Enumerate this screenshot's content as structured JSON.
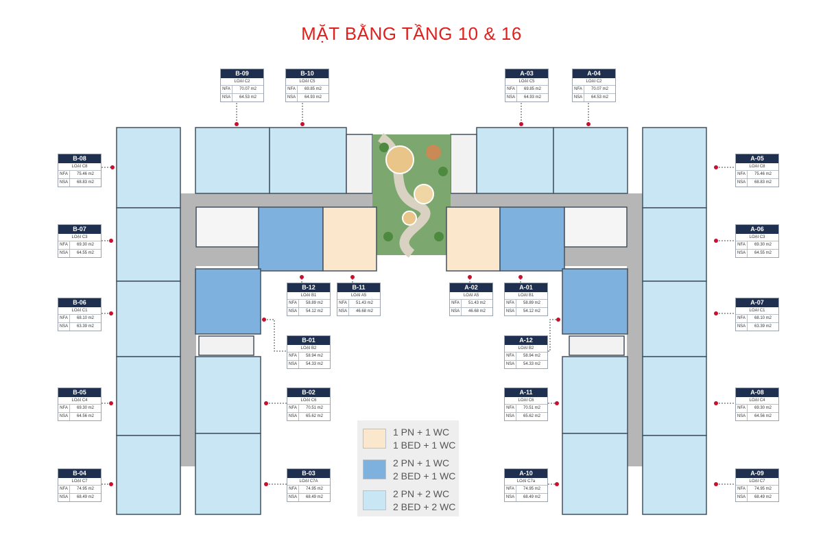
{
  "title": "MẶT BẰNG TẦNG 10 & 16",
  "colors": {
    "title": "#e0201d",
    "card_header": "#1f2f4f",
    "marker": "#c8102e",
    "unit_2pn_2wc": "#c9e6f5",
    "unit_2pn_1wc": "#7eb1de",
    "unit_1pn_1wc": "#fbe8cc",
    "corridor": "#b6b6b6",
    "garden": "#7ca870"
  },
  "units": [
    {
      "code": "B-09",
      "type": "LOẠI C2",
      "nfa": "70.07 m2",
      "nsa": "64.53 m2"
    },
    {
      "code": "B-10",
      "type": "LOẠI C5",
      "nfa": "69.85 m2",
      "nsa": "64.93 m2"
    },
    {
      "code": "A-03",
      "type": "LOẠI C5",
      "nfa": "69.85 m2",
      "nsa": "64.93 m2"
    },
    {
      "code": "A-04",
      "type": "LOẠI C2",
      "nfa": "70.07 m2",
      "nsa": "64.53 m2"
    },
    {
      "code": "B-08",
      "type": "LOẠI C8",
      "nfa": "75.46 m2",
      "nsa": "68.83 m2"
    },
    {
      "code": "A-05",
      "type": "LOẠI C8",
      "nfa": "75.46 m2",
      "nsa": "68.83 m2"
    },
    {
      "code": "B-07",
      "type": "LOẠI C3",
      "nfa": "69.30 m2",
      "nsa": "64.55 m2"
    },
    {
      "code": "A-06",
      "type": "LOẠI C3",
      "nfa": "69.30 m2",
      "nsa": "64.55 m2"
    },
    {
      "code": "B-06",
      "type": "LOẠI C1",
      "nfa": "68.10 m2",
      "nsa": "63.39 m2"
    },
    {
      "code": "A-07",
      "type": "LOẠI C1",
      "nfa": "68.10 m2",
      "nsa": "63.39 m2"
    },
    {
      "code": "B-12",
      "type": "LOẠI B1",
      "nfa": "58.89 m2",
      "nsa": "54.12 m2"
    },
    {
      "code": "B-11",
      "type": "LOẠI A5",
      "nfa": "51.43 m2",
      "nsa": "46.68 m2"
    },
    {
      "code": "A-02",
      "type": "LOẠI A5",
      "nfa": "51.43 m2",
      "nsa": "46.68 m2"
    },
    {
      "code": "A-01",
      "type": "LOẠI B1",
      "nfa": "58.89 m2",
      "nsa": "54.12 m2"
    },
    {
      "code": "B-01",
      "type": "LOẠI B2",
      "nfa": "58.94 m2",
      "nsa": "54.33 m2"
    },
    {
      "code": "A-12",
      "type": "LOẠI B2",
      "nfa": "58.94 m2",
      "nsa": "54.33 m2"
    },
    {
      "code": "B-05",
      "type": "LOẠI C4",
      "nfa": "69.30 m2",
      "nsa": "64.56 m2"
    },
    {
      "code": "B-02",
      "type": "LOẠI C6",
      "nfa": "70.51 m2",
      "nsa": "65.62 m2"
    },
    {
      "code": "A-11",
      "type": "LOẠI C6",
      "nfa": "70.51 m2",
      "nsa": "65.62 m2"
    },
    {
      "code": "A-08",
      "type": "LOẠI C4",
      "nfa": "69.30 m2",
      "nsa": "64.56 m2"
    },
    {
      "code": "B-04",
      "type": "LOẠI C7",
      "nfa": "74.95 m2",
      "nsa": "68.49 m2"
    },
    {
      "code": "B-03",
      "type": "LOẠI C7A",
      "nfa": "74.95 m2",
      "nsa": "68.49 m2"
    },
    {
      "code": "A-10",
      "type": "LOẠI C7a",
      "nfa": "74.95 m2",
      "nsa": "68.49 m2"
    },
    {
      "code": "A-09",
      "type": "LOẠI C7",
      "nfa": "74.95 m2",
      "nsa": "68.49 m2"
    }
  ],
  "labels": {
    "nfa": "NFA",
    "nsa": "NSA"
  },
  "legend": [
    {
      "line1": "1 PN + 1 WC",
      "line2": "1 BED + 1 WC",
      "color": "#fbe8cc"
    },
    {
      "line1": "2 PN + 1 WC",
      "line2": "2 BED + 1 WC",
      "color": "#7eb1de"
    },
    {
      "line1": "2 PN + 2 WC",
      "line2": "2 BED + 2 WC",
      "color": "#c9e6f5"
    }
  ]
}
